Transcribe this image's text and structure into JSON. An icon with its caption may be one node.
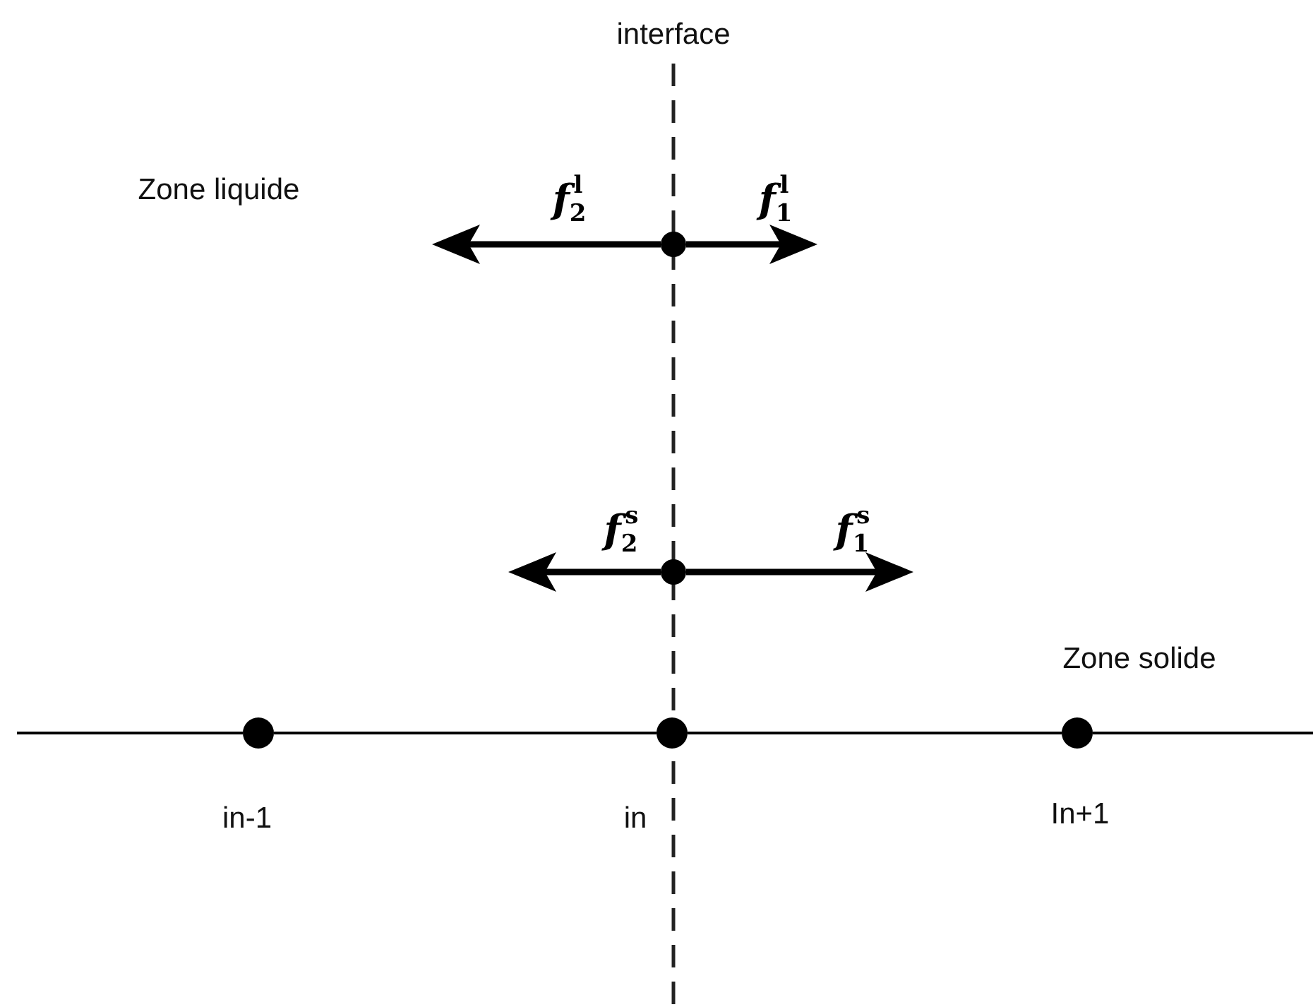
{
  "diagram": {
    "nodes": [
      {
        "text": [],
        "shape": "circle"
      },
      {
        "text": [],
        "shape": "circle"
      },
      {
        "text": [],
        "shape": "circle",
        "beside": [
          "in-1"
        ]
      },
      {
        "text": [],
        "shape": "circle",
        "beside": [
          "in"
        ]
      },
      {
        "text": [],
        "shape": "circle",
        "beside": [
          "In+1"
        ]
      }
    ],
    "edges": [
      {
        "from": 0,
        "to": null,
        "arrow": "to",
        "label": "*f*$_{2}$$^{l}$",
        "style": "thick"
      },
      {
        "from": 0,
        "to": null,
        "arrow": "to",
        "label": "*f*$_{1}$$^{l}$",
        "style": "thick"
      },
      {
        "from": 1,
        "to": null,
        "arrow": "to",
        "label": "*f*$_{2}$$^{s}$",
        "style": "thick"
      },
      {
        "from": 1,
        "to": null,
        "arrow": "to",
        "label": "*f*$_{1}$$^{s}$",
        "style": "thick"
      },
      {
        "from": null,
        "to": 2,
        "arrow": "none"
      },
      {
        "from": 2,
        "to": 3,
        "arrow": "none"
      },
      {
        "from": 3,
        "to": 4,
        "arrow": "none"
      },
      {
        "from": 4,
        "to": null,
        "arrow": "none"
      }
    ],
    "labels": [
      "interface",
      "Zone liquide",
      "Zone solide"
    ]
  }
}
